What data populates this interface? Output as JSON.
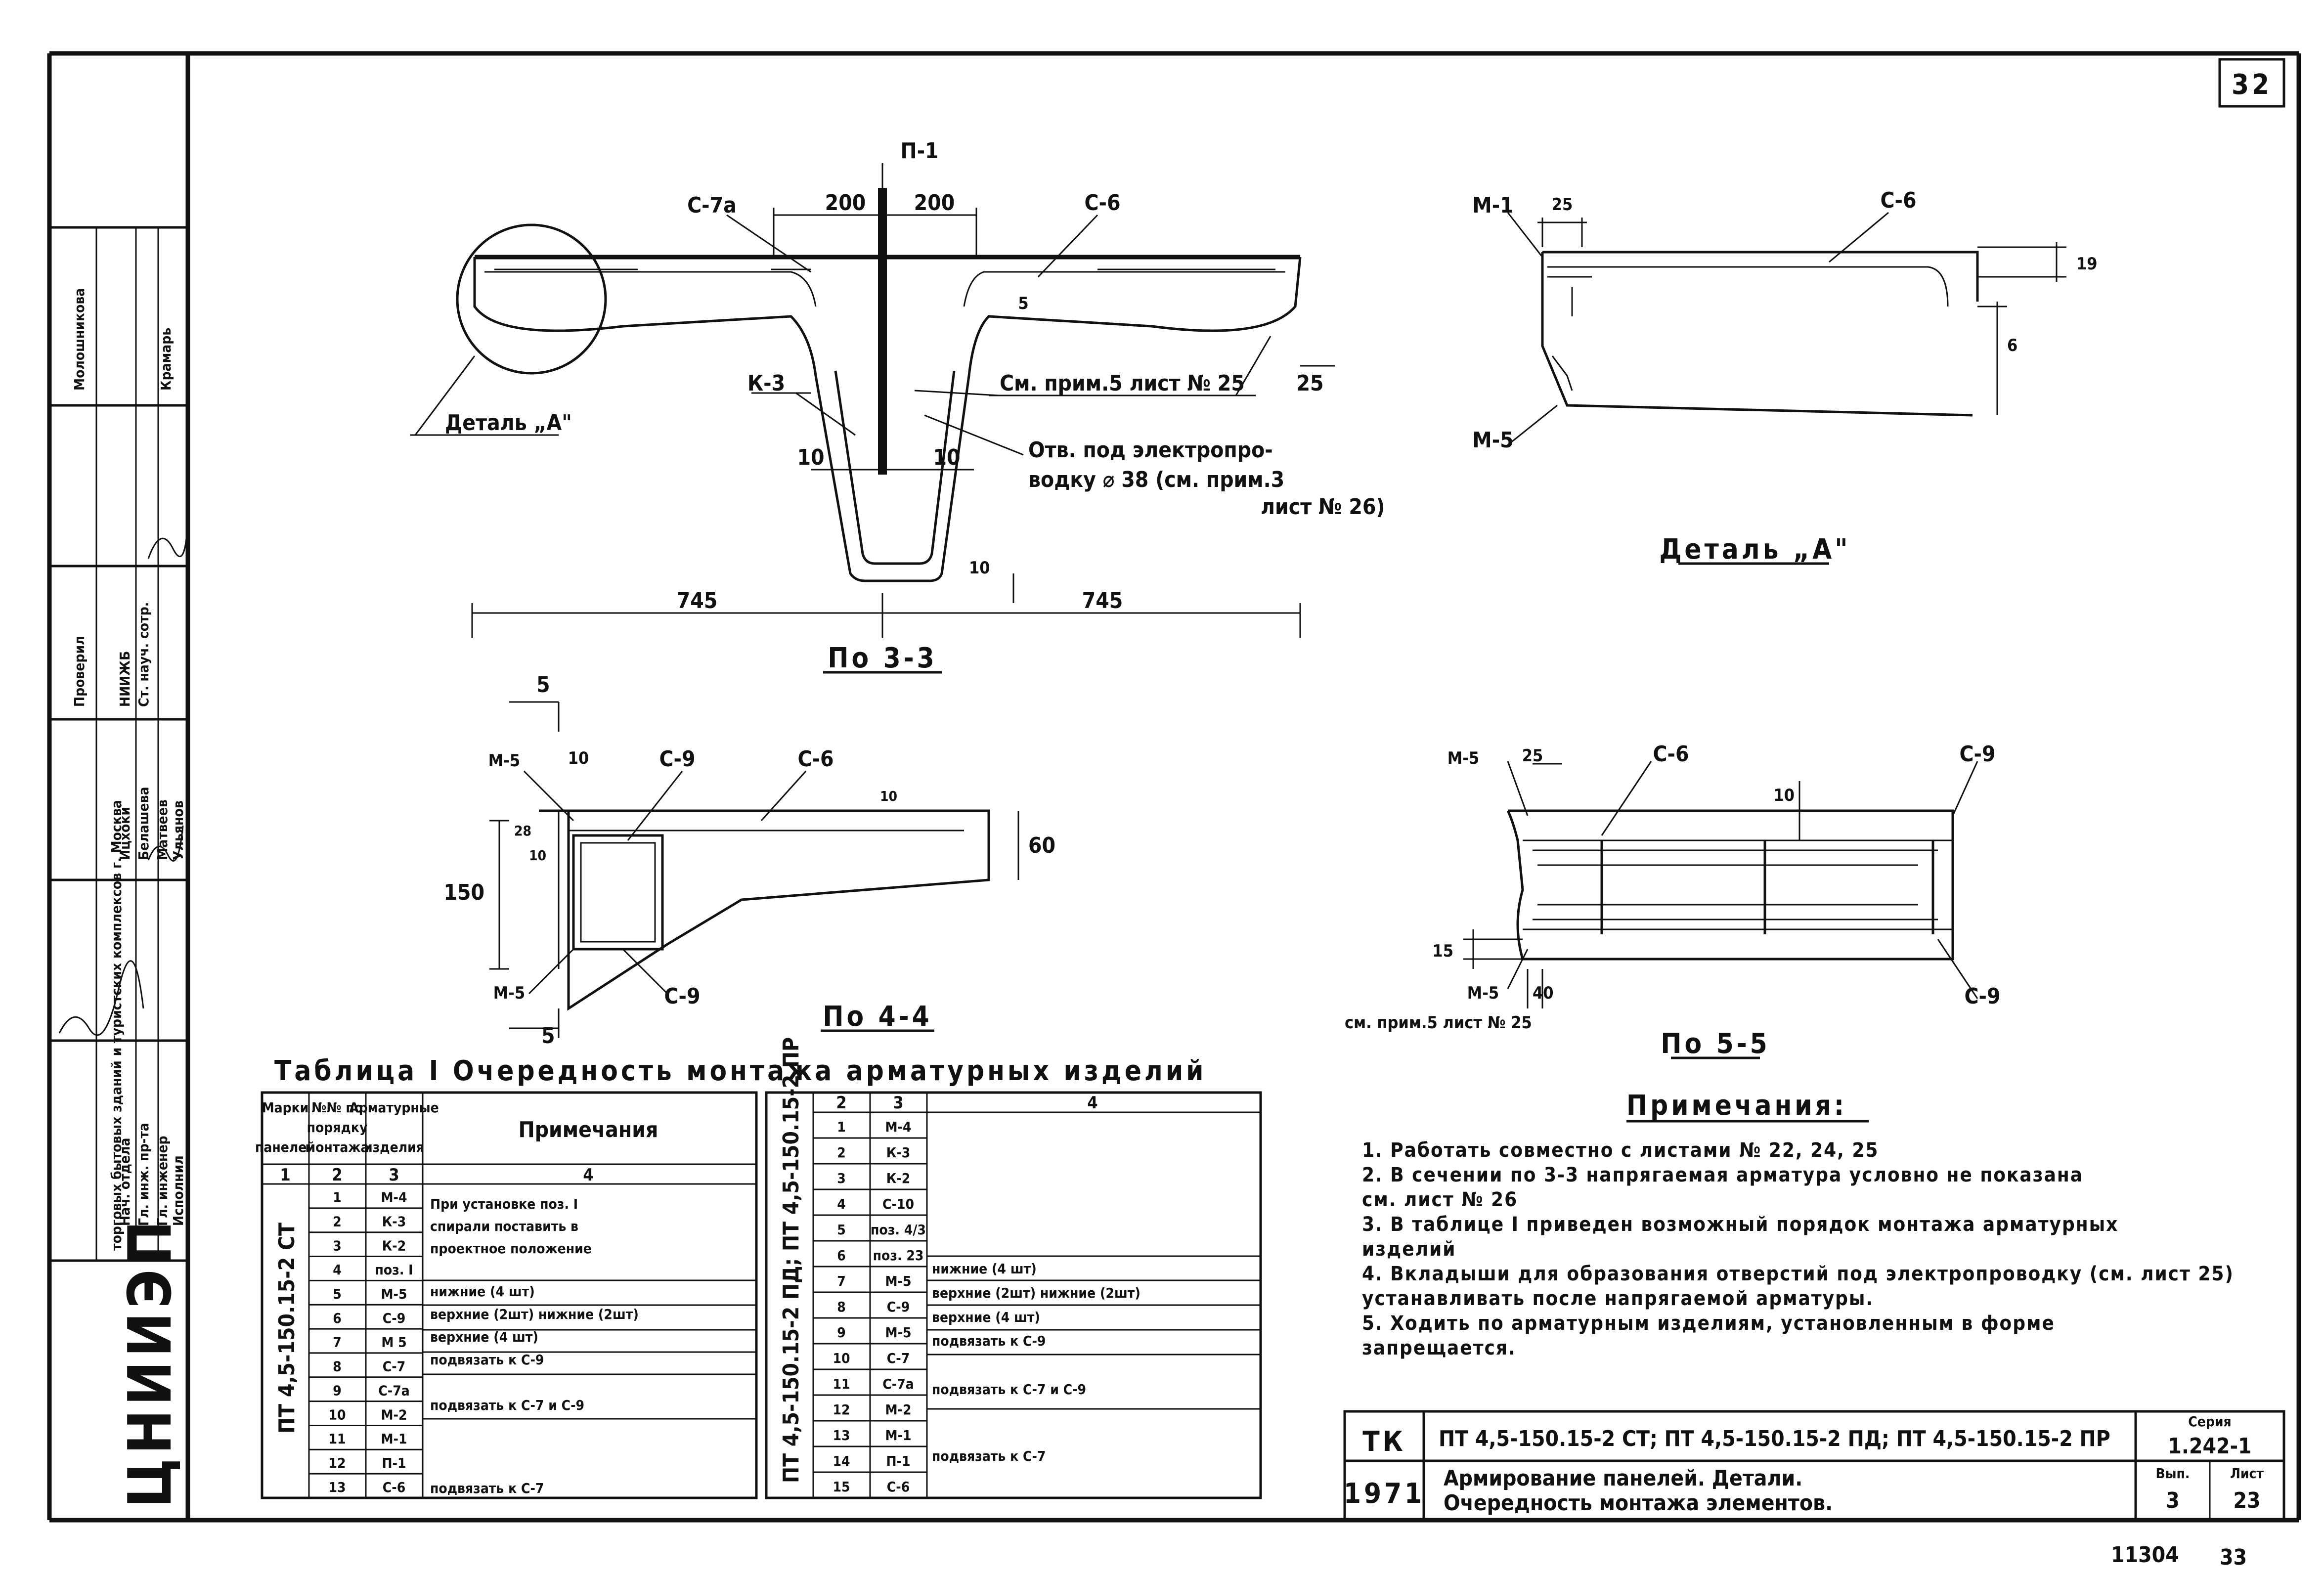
{
  "sheet": {
    "page_number": "32",
    "bottom_number": "11304",
    "bottom_number2": "33"
  },
  "section33": {
    "labels": {
      "p1": "П-1",
      "c7a": "С-7а",
      "c6": "С-6",
      "k3": "К-3",
      "dim200a": "200",
      "dim200b": "200",
      "dim5": "5",
      "dim25": "25",
      "dim10a": "10",
      "dim10b": "10",
      "dim10c": "10",
      "dim745a": "745",
      "dim745b": "745",
      "ref_note": "См. прим.5 лист № 25",
      "hole1": "Отв. под электропро-",
      "hole2": "водку  ⌀ 38 (см. прим.3",
      "hole3": "лист № 26)",
      "detail_a": "Деталь „А\""
    },
    "caption": "По 3-3"
  },
  "detailA": {
    "labels": {
      "m1": "М-1",
      "dim25": "25",
      "c6": "С-6",
      "dim19": "19",
      "dim6": "6",
      "m5": "М-5"
    },
    "caption": "Деталь „А\""
  },
  "section44": {
    "labels": {
      "dim5top": "5",
      "m5a": "М-5",
      "dim10a": "10",
      "c9a": "С-9",
      "c6": "С-6",
      "dim10b": "10",
      "dim28": "28",
      "dim10c": "10",
      "dim150": "150",
      "dim60": "60",
      "m5b": "М-5",
      "c9b": "С-9",
      "dim5bot": "5"
    },
    "caption": "По 4-4"
  },
  "section55": {
    "labels": {
      "m5a": "М-5",
      "dim25": "25",
      "c6": "С-6",
      "c9a": "С-9",
      "dim10": "10",
      "dim15": "15",
      "m5b": "М-5",
      "dim40": "40",
      "c9b": "С-9",
      "ref": "см. прим.5 лист № 25"
    },
    "caption": "По 5-5"
  },
  "table": {
    "title": "Таблица I  Очередность монтажа арматурных изделий",
    "headers": {
      "mark": "Марки панелей",
      "num": "№№ по порядку монтажа",
      "item": "Арматурные изделия",
      "notes": "Примечания"
    },
    "col_numbers": [
      "1",
      "2",
      "3",
      "4"
    ],
    "left_mark": "ПТ 4,5-150.15-2 СТ",
    "left_rows": [
      [
        "1",
        "М-4"
      ],
      [
        "2",
        "К-3"
      ],
      [
        "3",
        "К-2"
      ],
      [
        "4",
        "поз. I"
      ],
      [
        "5",
        "М-5"
      ],
      [
        "6",
        "С-9"
      ],
      [
        "7",
        "М 5"
      ],
      [
        "8",
        "С-7"
      ],
      [
        "9",
        "С-7а"
      ],
      [
        "10",
        "М-2"
      ],
      [
        "11",
        "М-1"
      ],
      [
        "12",
        "П-1"
      ],
      [
        "13",
        "С-6"
      ]
    ],
    "left_notes": {
      "n1a": "При установке поз. I",
      "n1b": "спирали поставить в",
      "n1c": "проектное положение",
      "n5": "нижние (4 шт)",
      "n6": "верхние (2шт) нижние (2шт)",
      "n7": "верхние (4 шт)",
      "n8": "подвязать к С-9",
      "n10": "подвязать к С-7 и С-9",
      "n13": "подвязать к С-7"
    },
    "right_mark": "ПТ 4,5-150.15-2 ПД; ПТ 4,5-150.15-2 ПР",
    "right_rows": [
      [
        "1",
        "М-4"
      ],
      [
        "2",
        "К-3"
      ],
      [
        "3",
        "К-2"
      ],
      [
        "4",
        "С-10"
      ],
      [
        "5",
        "поз. 4/3"
      ],
      [
        "6",
        "поз. 23"
      ],
      [
        "7",
        "М-5"
      ],
      [
        "8",
        "С-9"
      ],
      [
        "9",
        "М-5"
      ],
      [
        "10",
        "С-7"
      ],
      [
        "11",
        "С-7а"
      ],
      [
        "12",
        "М-2"
      ],
      [
        "13",
        "М-1"
      ],
      [
        "14",
        "П-1"
      ],
      [
        "15",
        "С-6"
      ]
    ],
    "right_notes": {
      "n7": "нижние (4 шт)",
      "n8": "верхние (2шт) нижние (2шт)",
      "n9": "верхние (4 шт)",
      "n10": "подвязать к С-9",
      "n12": "подвязать к С-7 и С-9",
      "n14": "подвязать к С-7"
    }
  },
  "notes": {
    "title": "Примечания:",
    "items": [
      "1. Работать совместно с листами № 22, 24, 25",
      "2. В сечении по 3-3 напрягаемая арматура условно не показана",
      "   см. лист № 26",
      "3. В таблице I приведен возможный порядок монтажа арматурных",
      "   изделий",
      "4. Вкладыши для образования отверстий под электропроводку (см. лист 25)",
      "   устанавливать после напрягаемой арматуры.",
      "5. Ходить по арматурным изделиям, установленным в форме",
      "   запрещается."
    ]
  },
  "stamp": {
    "tk": "ТК",
    "year": "1971",
    "series_label": "Серия",
    "series": "1.242-1",
    "title1": "ПТ 4,5-150.15-2 СТ; ПТ 4,5-150.15-2 ПД; ПТ 4,5-150.15-2 ПР",
    "title2": "Армирование панелей. Детали.",
    "title3": "Очередность монтажа элементов.",
    "issue_label": "Вып.",
    "issue": "3",
    "sheet_label": "Лист",
    "sheet": "23"
  },
  "sidebar": {
    "org": "ЦНИИЭП",
    "org_full": "торговых бытовых зданий и туристских комплексов г. Москва",
    "roles": [
      "Нач. отдела",
      "Гл. инж. пр-та",
      "Гл. инженер",
      "Исполнил"
    ],
    "names": [
      "Ицхоки",
      "Белашева",
      "Матвеев",
      "Ульянов"
    ],
    "check_label": "Проверил",
    "check_org": "НИИЖБ",
    "check_role": "Ст. науч. сотр.",
    "check_names": [
      "Молошникова",
      "Крамарь"
    ]
  }
}
